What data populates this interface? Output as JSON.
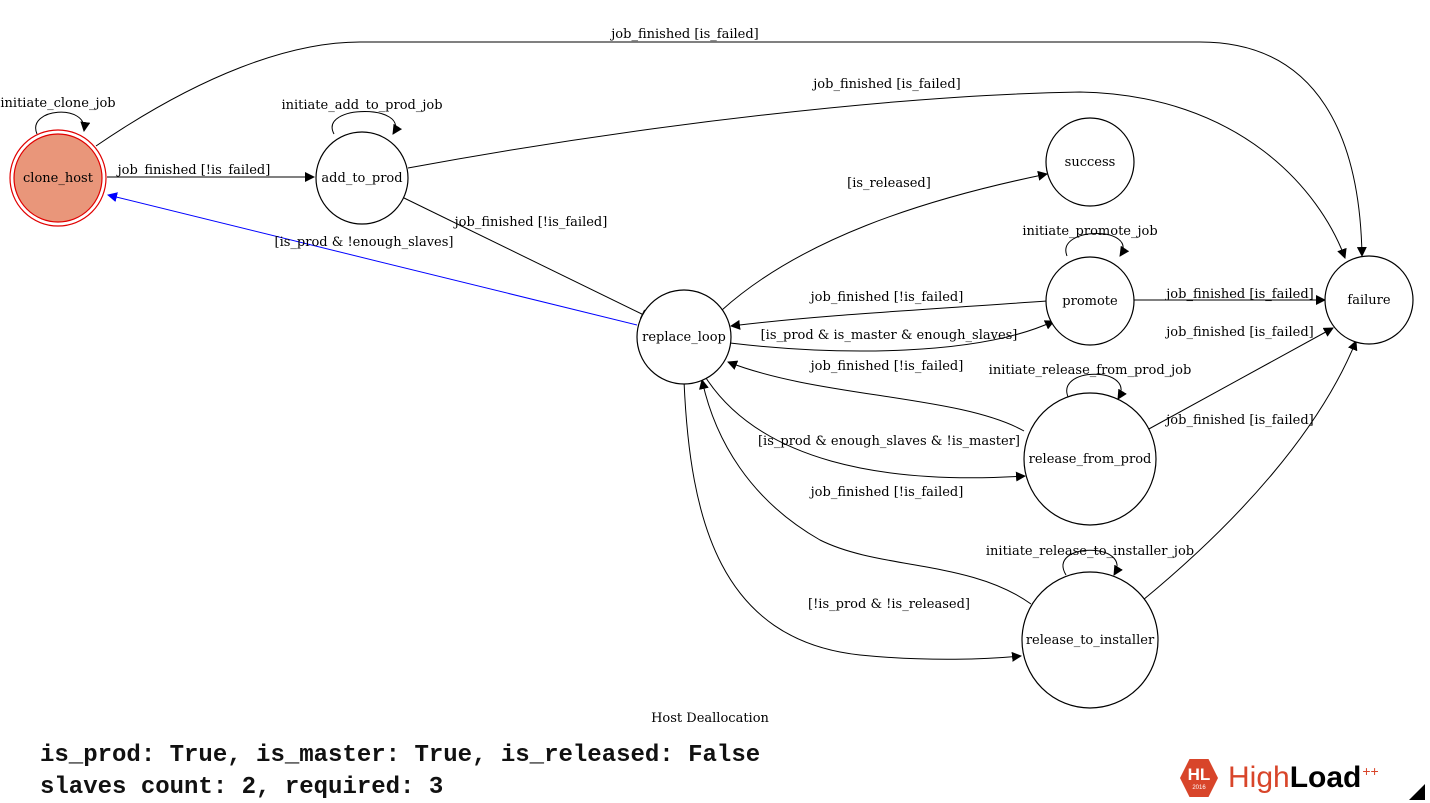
{
  "diagram": {
    "caption": "Host Deallocation",
    "states": [
      {
        "id": "clone_host",
        "label": "clone_host",
        "active": true
      },
      {
        "id": "add_to_prod",
        "label": "add_to_prod"
      },
      {
        "id": "replace_loop",
        "label": "replace_loop"
      },
      {
        "id": "success",
        "label": "success"
      },
      {
        "id": "promote",
        "label": "promote"
      },
      {
        "id": "failure",
        "label": "failure"
      },
      {
        "id": "release_from_prod",
        "label": "release_from_prod"
      },
      {
        "id": "release_to_installer",
        "label": "release_to_installer"
      }
    ],
    "edges": [
      {
        "from": "clone_host",
        "to": "clone_host",
        "label": "initiate_clone_job"
      },
      {
        "from": "clone_host",
        "to": "add_to_prod",
        "label": "job_finished [!is_failed]"
      },
      {
        "from": "clone_host",
        "to": "failure",
        "label": "job_finished [is_failed]"
      },
      {
        "from": "add_to_prod",
        "to": "add_to_prod",
        "label": "initiate_add_to_prod_job"
      },
      {
        "from": "add_to_prod",
        "to": "failure",
        "label": "job_finished [is_failed]"
      },
      {
        "from": "add_to_prod",
        "to": "replace_loop",
        "label": "job_finished [!is_failed]"
      },
      {
        "from": "replace_loop",
        "to": "clone_host",
        "label": "[is_prod & !enough_slaves]",
        "highlighted": true
      },
      {
        "from": "replace_loop",
        "to": "success",
        "label": "[is_released]"
      },
      {
        "from": "promote",
        "to": "promote",
        "label": "initiate_promote_job"
      },
      {
        "from": "promote",
        "to": "replace_loop",
        "label": "job_finished [!is_failed]"
      },
      {
        "from": "replace_loop",
        "to": "promote",
        "label": "[is_prod & is_master & enough_slaves]"
      },
      {
        "from": "promote",
        "to": "failure",
        "label": "job_finished [is_failed]"
      },
      {
        "from": "release_from_prod",
        "to": "failure",
        "label": "job_finished [is_failed]"
      },
      {
        "from": "release_from_prod",
        "to": "replace_loop",
        "label": "job_finished [!is_failed]"
      },
      {
        "from": "release_from_prod",
        "to": "release_from_prod",
        "label": "initiate_release_from_prod_job"
      },
      {
        "from": "replace_loop",
        "to": "release_from_prod",
        "label": "[is_prod & enough_slaves & !is_master]"
      },
      {
        "from": "release_to_installer",
        "to": "replace_loop",
        "label": "job_finished [!is_failed]"
      },
      {
        "from": "release_to_installer",
        "to": "failure",
        "label": "job_finished [is_failed]"
      },
      {
        "from": "release_to_installer",
        "to": "release_to_installer",
        "label": "initiate_release_to_installer_job"
      },
      {
        "from": "replace_loop",
        "to": "release_to_installer",
        "label": "[!is_prod & !is_released]"
      }
    ],
    "colors": {
      "active_fill": "#e9967a",
      "active_stroke": "#e00000",
      "highlight_edge": "#0000ff",
      "edge": "#000000"
    }
  },
  "status": {
    "line1": "is_prod: True, is_master: True, is_released: False",
    "line2": "slaves count: 2, required: 3"
  },
  "logo": {
    "badge": "HL",
    "year": "2016",
    "word_light": "High",
    "word_bold": "Load",
    "plus": "++"
  }
}
